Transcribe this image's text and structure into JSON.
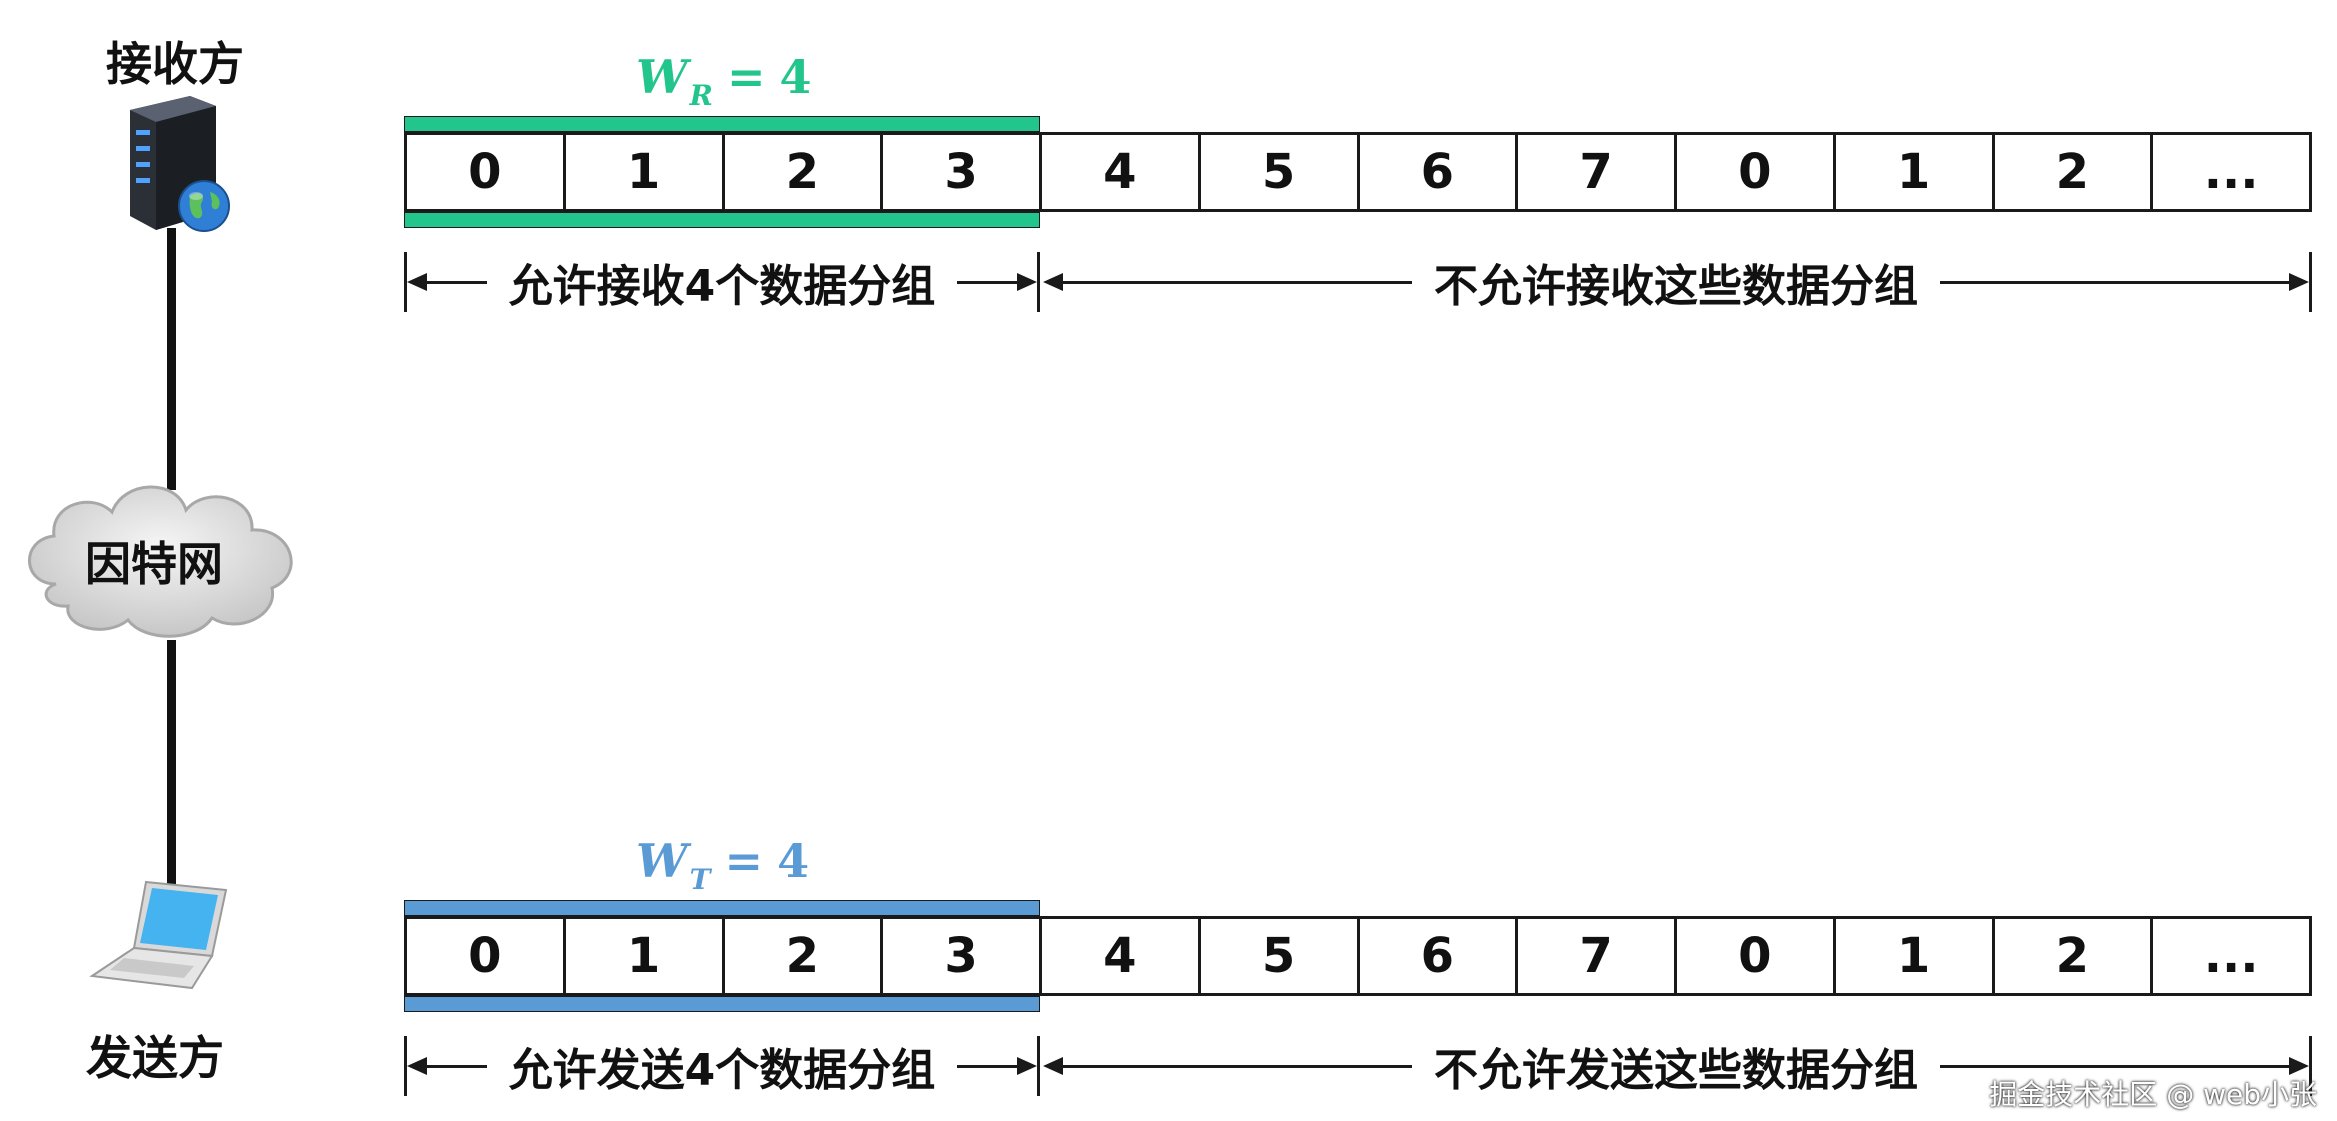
{
  "nodes": {
    "receiver": "接收方",
    "internet": "因特网",
    "sender": "发送方"
  },
  "receiver_window": {
    "symbol": "W",
    "subscript": "R",
    "equals": "=",
    "value": "4",
    "color": "#22c58b",
    "sequence": [
      "0",
      "1",
      "2",
      "3",
      "4",
      "5",
      "6",
      "7",
      "0",
      "1",
      "2",
      "..."
    ],
    "allowed_text": "允许接收4个数据分组",
    "disallowed_text": "不允许接收这些数据分组"
  },
  "sender_window": {
    "symbol": "W",
    "subscript": "T",
    "equals": "=",
    "value": "4",
    "color": "#5b9bd5",
    "sequence": [
      "0",
      "1",
      "2",
      "3",
      "4",
      "5",
      "6",
      "7",
      "0",
      "1",
      "2",
      "..."
    ],
    "allowed_text": "允许发送4个数据分组",
    "disallowed_text": "不允许发送这些数据分组"
  },
  "watermark": "掘金技术社区 @ web小张",
  "icons": [
    "server-icon",
    "globe-icon",
    "cloud-icon",
    "laptop-icon"
  ]
}
